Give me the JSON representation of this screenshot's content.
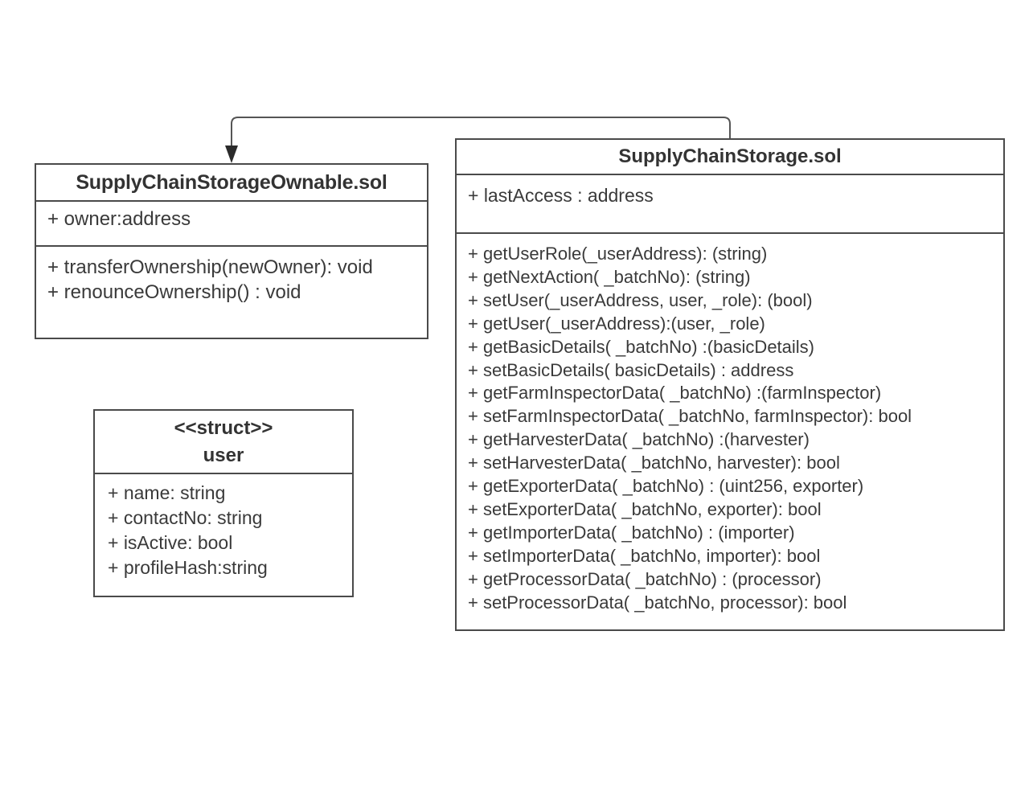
{
  "diagram": {
    "type": "uml-class-diagram",
    "background_color": "#ffffff",
    "line_color": "#4a4a4a",
    "text_color": "#3a3a3a"
  },
  "classes": {
    "ownable": {
      "name": "SupplyChainStorageOwnable.sol",
      "attributes": [
        "+ owner:address"
      ],
      "methods": [
        "+ transferOwnership(newOwner): void",
        "+ renounceOwnership() : void"
      ]
    },
    "struct_user": {
      "stereotype": "<<struct>>",
      "name": "user",
      "attributes": [
        "+ name: string",
        "+ contactNo: string",
        "+ isActive: bool",
        "+ profileHash:string"
      ]
    },
    "storage": {
      "name": "SupplyChainStorage.sol",
      "attributes": [
        "+ lastAccess : address"
      ],
      "methods": [
        "+ getUserRole(_userAddress): (string)",
        "+ getNextAction( _batchNo): (string)",
        "+ setUser(_userAddress, user, _role): (bool)",
        "+ getUser(_userAddress):(user, _role)",
        "+ getBasicDetails( _batchNo) :(basicDetails)",
        "+ setBasicDetails( basicDetails) : address",
        "+ getFarmInspectorData( _batchNo) :(farmInspector)",
        "+ setFarmInspectorData( _batchNo, farmInspector): bool",
        "+ getHarvesterData( _batchNo) :(harvester)",
        "+ setHarvesterData( _batchNo, harvester): bool",
        "+ getExporterData( _batchNo) : (uint256, exporter)",
        "+ setExporterData( _batchNo, exporter): bool",
        "+ getImporterData( _batchNo) : (importer)",
        "+ setImporterData( _batchNo, importer): bool",
        "+ getProcessorData( _batchNo) : (processor)",
        "+ setProcessorData( _batchNo, processor): bool"
      ]
    }
  },
  "connectors": [
    {
      "name": "inheritance-storage-to-ownable",
      "from": "storage",
      "to": "ownable",
      "arrow": "filled-triangle"
    }
  ]
}
